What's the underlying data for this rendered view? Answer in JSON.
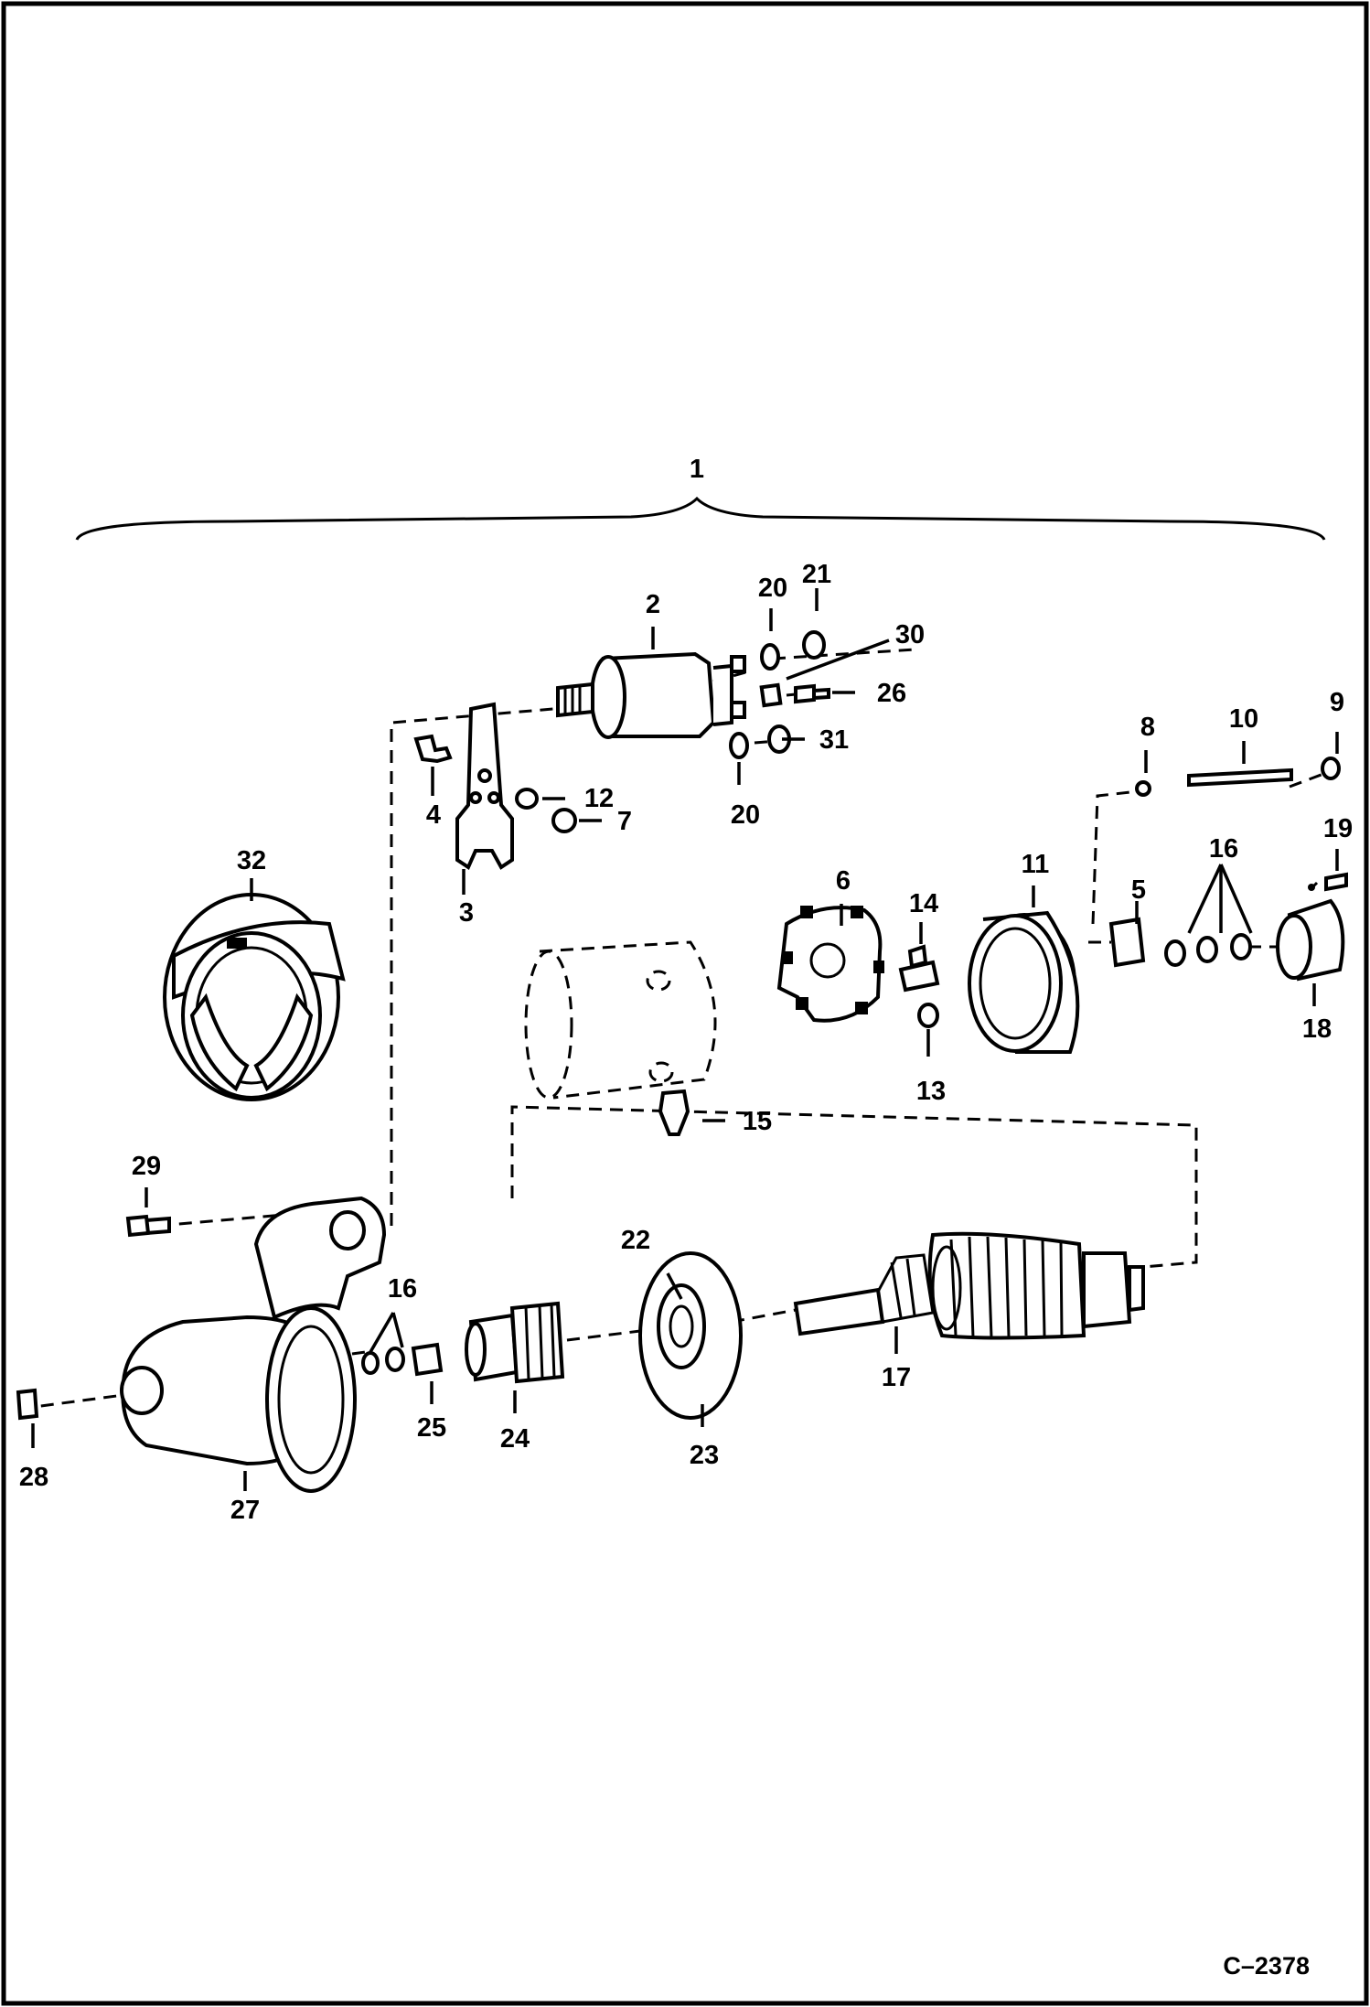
{
  "figure_code": "C–2378",
  "labels": {
    "assembly": "1",
    "solenoid": "2",
    "fork_lever": "3",
    "pivot_bolt": "4",
    "bushing_5": "5",
    "brush_holder": "6",
    "nut_7": "7",
    "washer_8": "8",
    "nut_9": "9",
    "through_bolt": "10",
    "end_frame": "11",
    "washer_12": "12",
    "nut_13": "13",
    "brush_14": "14",
    "screw_15": "15",
    "shims_top": "16",
    "shims_bottom": "16",
    "armature": "17",
    "end_cap": "18",
    "screw_19": "19",
    "washer_20_top": "20",
    "washer_20_bottom": "20",
    "nut_21": "21",
    "seal_22": "22",
    "center_bearing": "23",
    "drive_pinion": "24",
    "collar_25": "25",
    "screw_26": "26",
    "drive_housing": "27",
    "bushing_28": "28",
    "bolt_29": "29",
    "plate_30": "30",
    "nut_31": "31",
    "field_frame": "32"
  }
}
